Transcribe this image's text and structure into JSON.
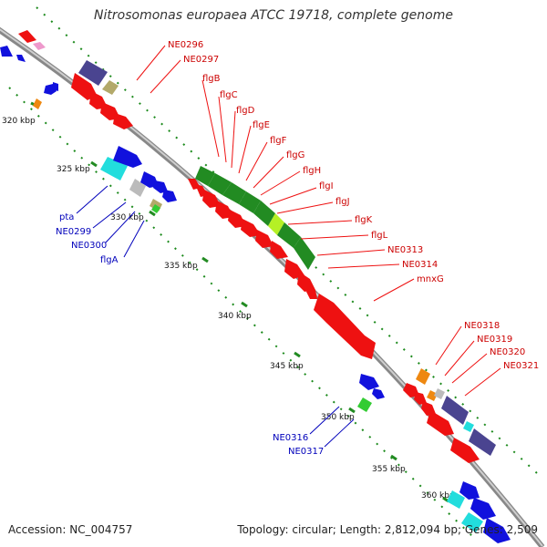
{
  "title": "Nitrosomonas europaea ATCC 19718, complete genome",
  "footer": {
    "accession": "Accession: NC_004757",
    "summary": "Topology: circular; Length: 2,812,094 bp; Genes: 2,509"
  },
  "ticks": [
    "320 kbp",
    "325 kbp",
    "330 kbp",
    "335 kbp",
    "340 kbp",
    "345 kbp",
    "350 kbp",
    "355 kbp",
    "360 kbp"
  ],
  "forward_labels": [
    "NE0296",
    "NE0297",
    "flgB",
    "flgC",
    "flgD",
    "flgE",
    "flgF",
    "flgG",
    "flgH",
    "flgI",
    "flgJ",
    "flgK",
    "flgL",
    "NE0313",
    "NE0314",
    "mnxG",
    "NE0318",
    "NE0319",
    "NE0320",
    "NE0321"
  ],
  "reverse_labels": [
    "pta",
    "NE0299",
    "NE0300",
    "flgA",
    "NE0316",
    "NE0317"
  ],
  "colors": {
    "forward_cds": "#ee1111",
    "reverse_cds": "#1111dd",
    "dark_purple": "#4a4490",
    "olive": "#b3a96a",
    "cyan": "#22dddd",
    "green": "#228b22",
    "light_green": "#b5f025",
    "bright_green": "#33cc33",
    "orange": "#ee8811",
    "grey": "#bbbbbb",
    "pink": "#ee99cc",
    "backbone": "#888888"
  }
}
